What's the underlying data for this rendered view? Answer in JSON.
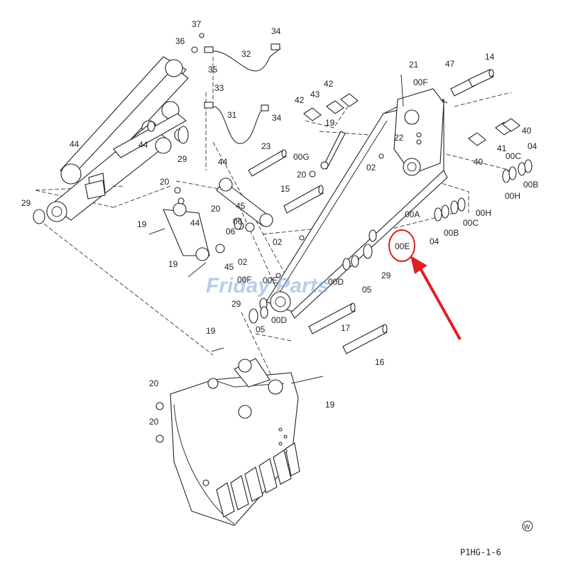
{
  "labels": {
    "l37": "37",
    "l36": "36",
    "l35": "35",
    "l34a": "34",
    "l32": "32",
    "l33": "33",
    "l31": "31",
    "l34b": "34",
    "l44a": "44",
    "l44b": "44",
    "l29a": "29",
    "l44c": "44",
    "l29b": "29",
    "l20a": "20",
    "l20b": "20",
    "l19a": "19",
    "l44d": "44",
    "l06a": "06",
    "l19b": "19",
    "l45a": "45",
    "l45b": "45",
    "l06b": "06",
    "l02a": "02",
    "l02b": "02",
    "l00Fa": "00F",
    "l23": "23",
    "l00G": "00G",
    "l20c": "20",
    "l15": "15",
    "l42a": "42",
    "l43": "43",
    "l42b": "42",
    "l19c": "19",
    "l21": "21",
    "l00Fb": "00F",
    "l47": "47",
    "l14": "14",
    "l22": "22",
    "l02c": "02",
    "l40a": "40",
    "l41": "41",
    "l40b": "40",
    "l04a": "04",
    "l00Ca": "00C",
    "l00Ba": "00B",
    "l00H1": "00H",
    "l00A": "00A",
    "l00H2": "00H",
    "l04b": "04",
    "l00Bb": "00B",
    "l00Cb": "00C",
    "l00E": "00E",
    "l29c": "29",
    "l05a": "05",
    "l00Da": "00D",
    "l00E2": "00E",
    "l29d": "29",
    "l05b": "05",
    "l00Db": "00D",
    "l17": "17",
    "l19d": "19",
    "l16": "16",
    "l20d": "20",
    "l20e": "20",
    "l19e": "19"
  },
  "watermark": "Friday Parts",
  "copyright_symbol": "W",
  "ref_code": "P1HG-1-6",
  "colors": {
    "ink": "#222222",
    "highlight": "#e02020",
    "watermark": "#7fa6d6"
  }
}
